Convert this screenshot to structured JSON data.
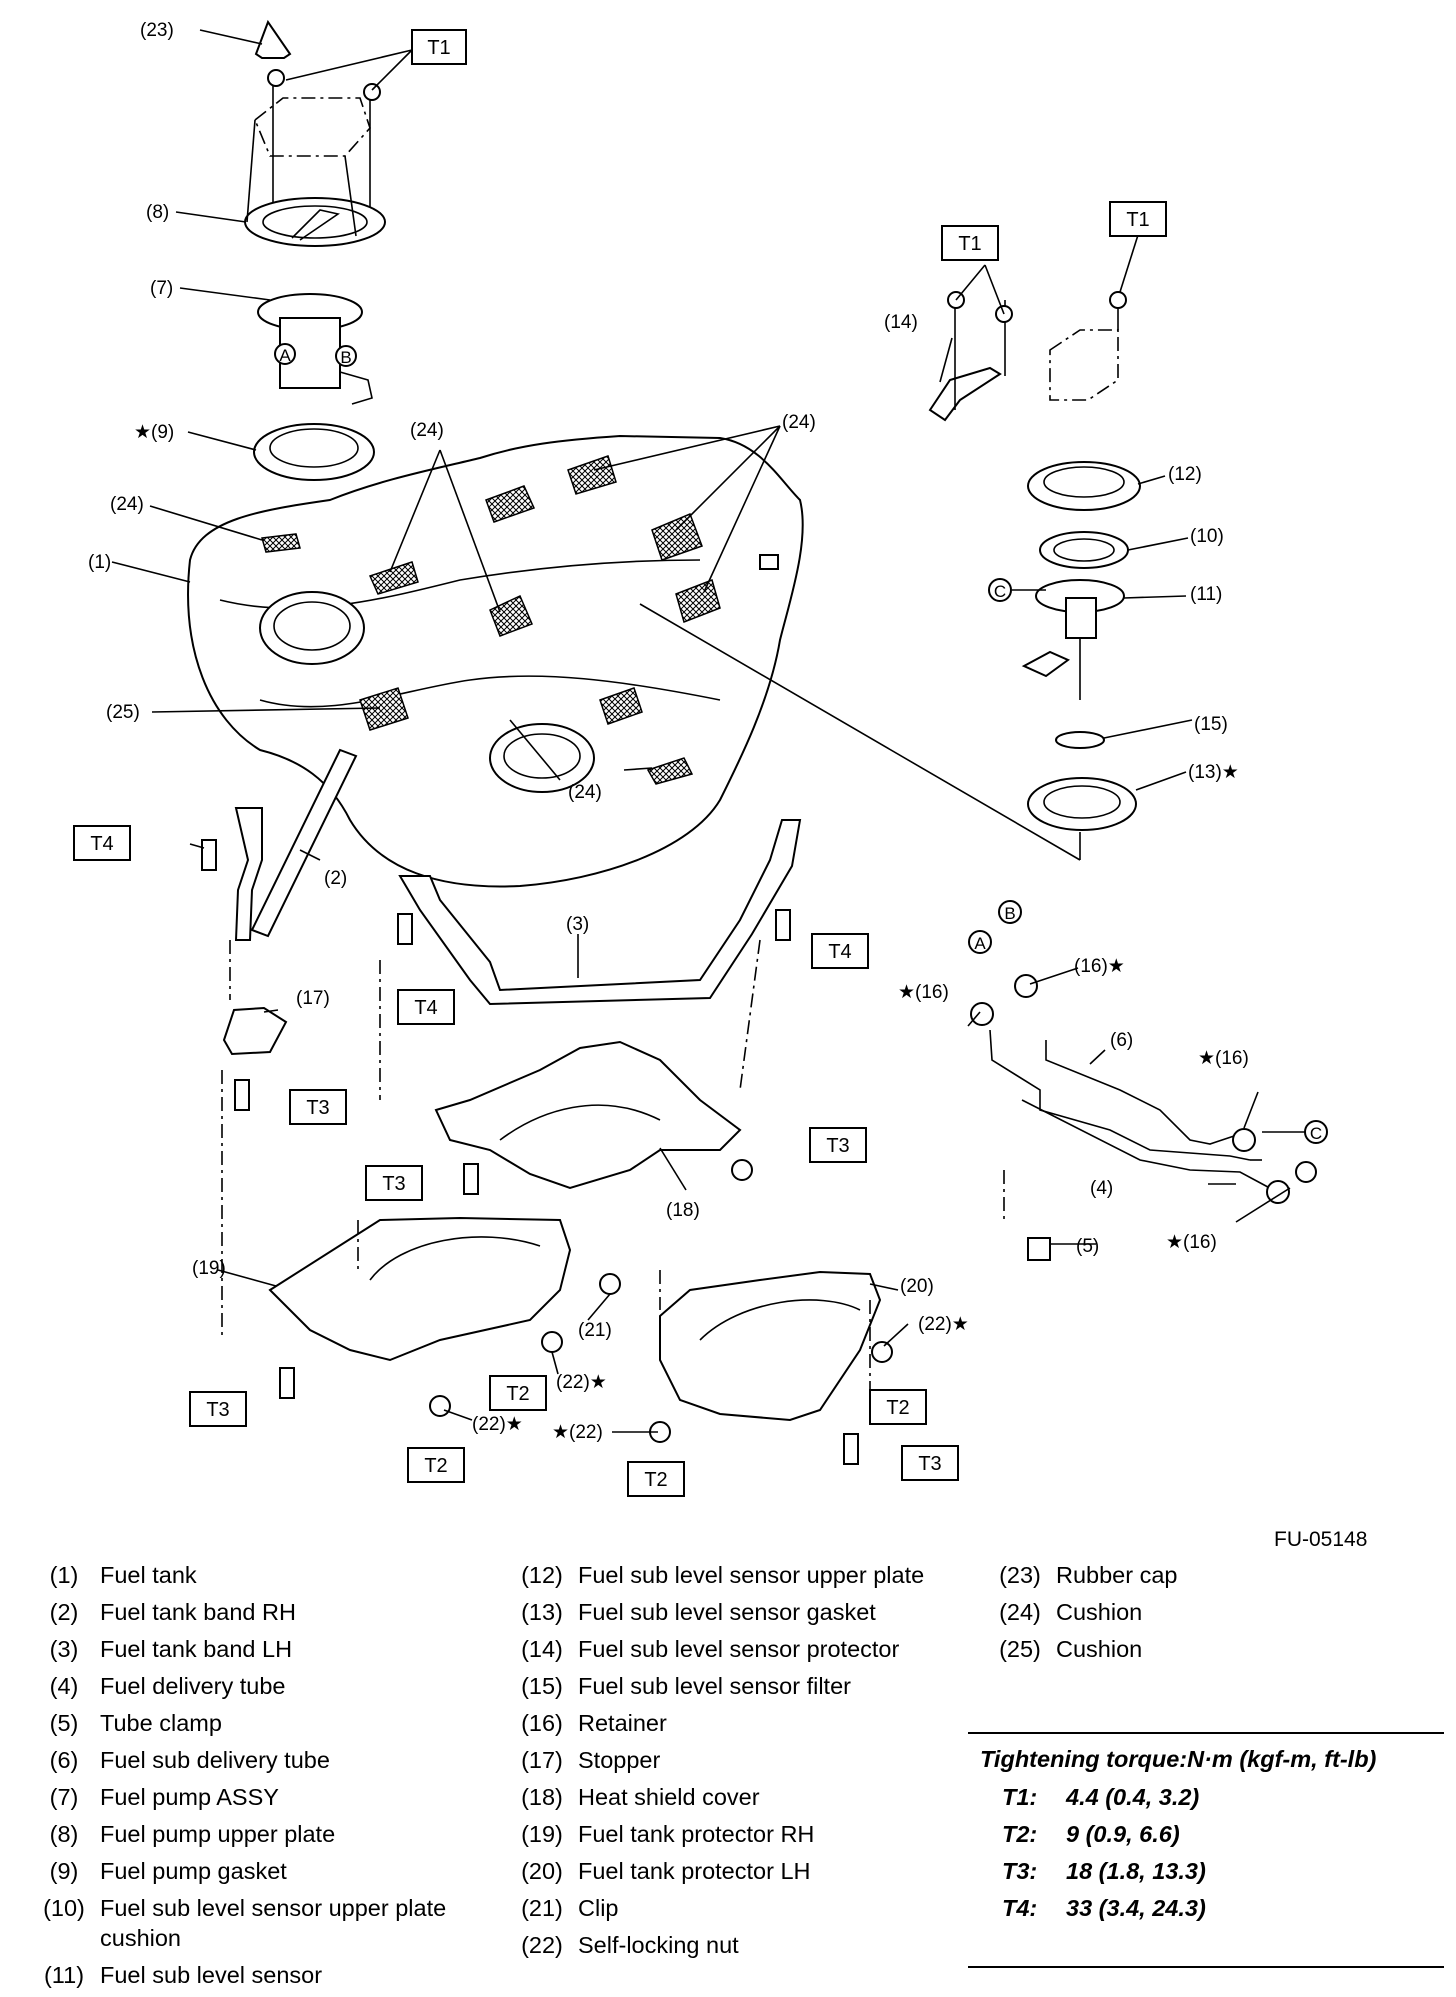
{
  "figure_code": "FU-05148",
  "callouts": {
    "c1": "(1)",
    "c2": "(2)",
    "c3": "(3)",
    "c4": "(4)",
    "c5": "(5)",
    "c6": "(6)",
    "c7": "(7)",
    "c8": "(8)",
    "c9": "★(9)",
    "c10": "(10)",
    "c11": "(11)",
    "c12": "(12)",
    "c13": "(13)★",
    "c14": "(14)",
    "c15": "(15)",
    "c16a": "(16)★",
    "c16b": "★(16)",
    "c16c": "★(16)",
    "c16d": "★(16)",
    "c17": "(17)",
    "c18": "(18)",
    "c19": "(19)",
    "c20": "(20)",
    "c21": "(21)",
    "c22a": "(22)★",
    "c22b": "(22)★",
    "c22c": "(22)★",
    "c22d": "★(22)",
    "c23": "(23)",
    "c24a": "(24)",
    "c24b": "(24)",
    "c24c": "(24)",
    "c24d": "(24)",
    "c25": "(25)",
    "A": "A",
    "B": "B",
    "C": "C"
  },
  "torque_labels": {
    "t1": "T1",
    "t2": "T2",
    "t3": "T3",
    "t4": "T4"
  },
  "legend": [
    [
      {
        "num": "(1)",
        "name": "Fuel tank"
      },
      {
        "num": "(2)",
        "name": "Fuel tank band RH"
      },
      {
        "num": "(3)",
        "name": "Fuel tank band LH"
      },
      {
        "num": "(4)",
        "name": "Fuel delivery tube"
      },
      {
        "num": "(5)",
        "name": "Tube clamp"
      },
      {
        "num": "(6)",
        "name": "Fuel sub delivery tube"
      },
      {
        "num": "(7)",
        "name": "Fuel pump ASSY"
      },
      {
        "num": "(8)",
        "name": "Fuel pump upper plate"
      },
      {
        "num": "(9)",
        "name": "Fuel pump gasket"
      },
      {
        "num": "(10)",
        "name": "Fuel sub level sensor upper plate cushion"
      },
      {
        "num": "(11)",
        "name": "Fuel sub level sensor"
      }
    ],
    [
      {
        "num": "(12)",
        "name": "Fuel sub level sensor upper plate"
      },
      {
        "num": "(13)",
        "name": "Fuel sub level sensor gasket"
      },
      {
        "num": "(14)",
        "name": "Fuel sub level sensor protector"
      },
      {
        "num": "(15)",
        "name": "Fuel sub level sensor filter"
      },
      {
        "num": "(16)",
        "name": "Retainer"
      },
      {
        "num": "(17)",
        "name": "Stopper"
      },
      {
        "num": "(18)",
        "name": "Heat shield cover"
      },
      {
        "num": "(19)",
        "name": "Fuel tank protector RH"
      },
      {
        "num": "(20)",
        "name": "Fuel tank protector LH"
      },
      {
        "num": "(21)",
        "name": "Clip"
      },
      {
        "num": "(22)",
        "name": "Self-locking nut"
      }
    ],
    [
      {
        "num": "(23)",
        "name": "Rubber cap"
      },
      {
        "num": "(24)",
        "name": "Cushion"
      },
      {
        "num": "(25)",
        "name": "Cushion"
      }
    ]
  ],
  "torque": {
    "title": "Tightening torque:N·m (kgf-m, ft-lb)",
    "rows": [
      {
        "key": "T1:",
        "value": "4.4 (0.4, 3.2)"
      },
      {
        "key": "T2:",
        "value": "9 (0.9, 6.6)"
      },
      {
        "key": "T3:",
        "value": "18 (1.8, 13.3)"
      },
      {
        "key": "T4:",
        "value": "33 (3.4, 24.3)"
      }
    ]
  }
}
